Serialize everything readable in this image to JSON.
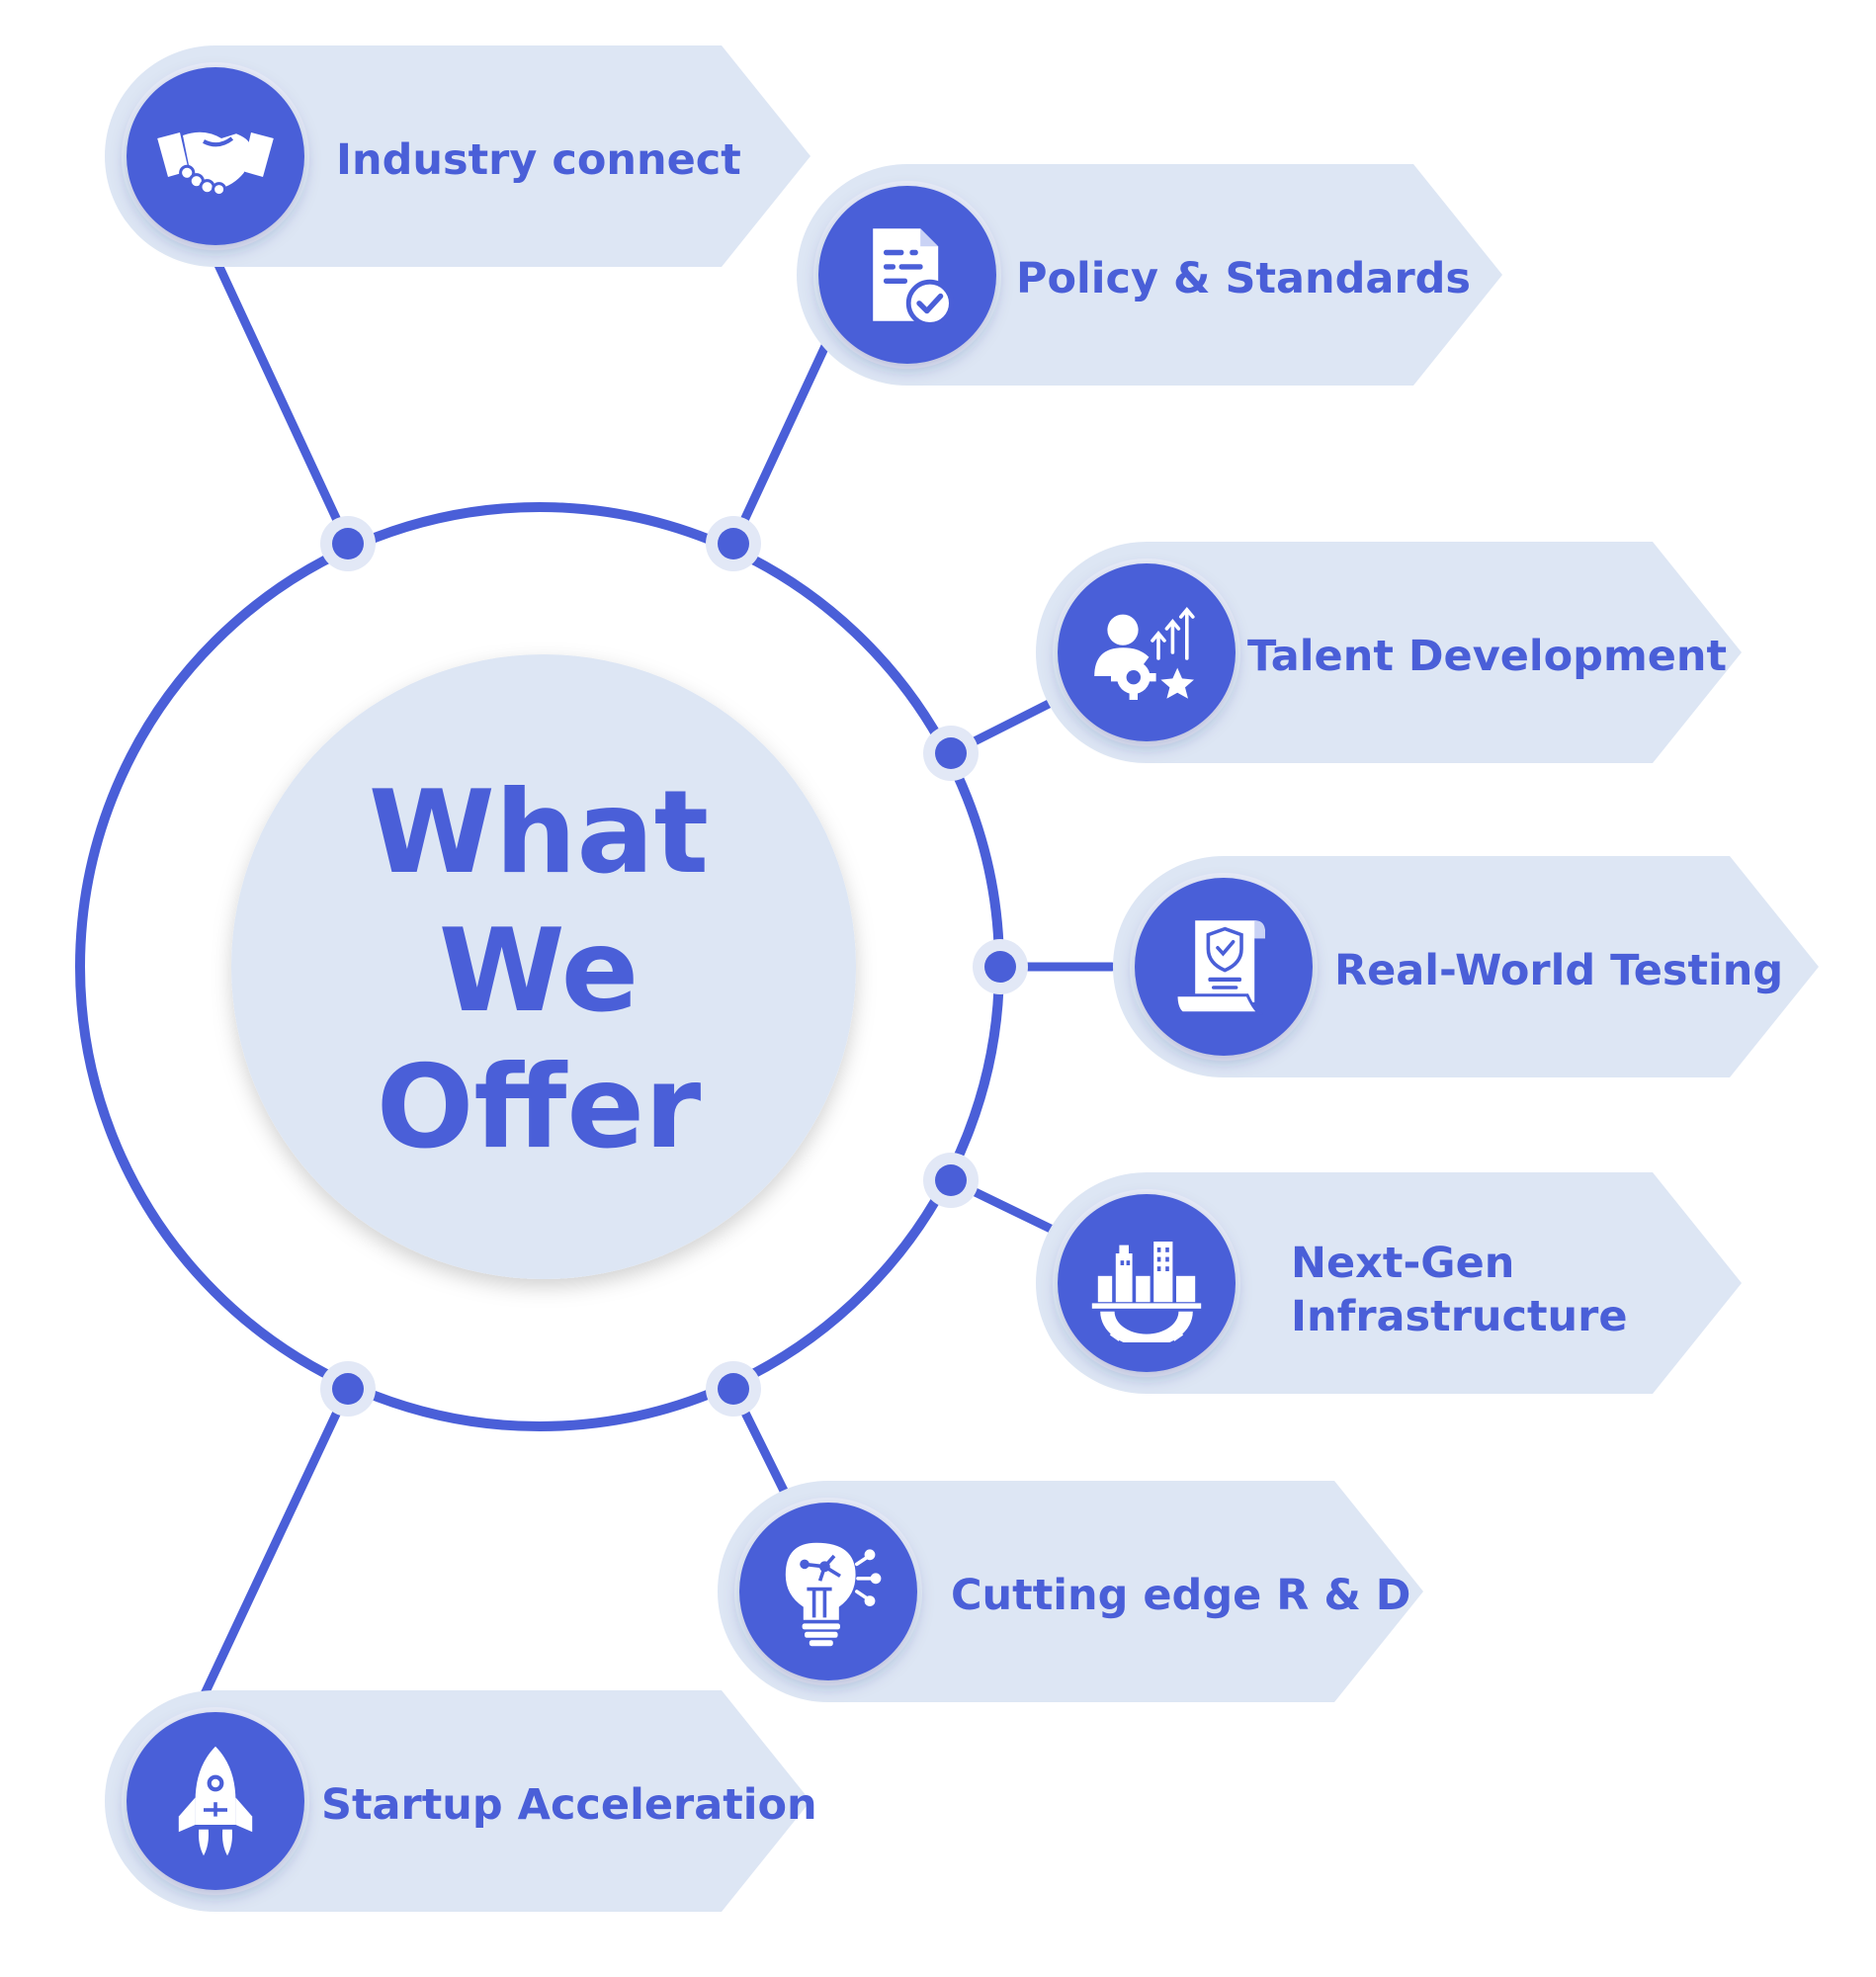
{
  "center": {
    "lines": [
      "What",
      "We",
      "Offer"
    ]
  },
  "colors": {
    "accent": "#4a5fd8",
    "panel": "#dde6f4",
    "halo": "#e9eef8",
    "white": "#ffffff"
  },
  "items": [
    {
      "id": "industry-connect",
      "lines": [
        "Industry connect"
      ],
      "icon": "handshake-icon"
    },
    {
      "id": "policy-standards",
      "lines": [
        "Policy & Standards"
      ],
      "icon": "document-check-icon"
    },
    {
      "id": "talent-development",
      "lines": [
        "Talent Development"
      ],
      "icon": "person-growth-icon"
    },
    {
      "id": "real-world-testing",
      "lines": [
        "Real-World Testing"
      ],
      "icon": "certificate-scroll-icon"
    },
    {
      "id": "next-gen-infrastructure",
      "lines": [
        "Next-Gen",
        "Infrastructure"
      ],
      "icon": "city-gear-icon"
    },
    {
      "id": "cutting-edge-rd",
      "lines": [
        "Cutting edge R & D"
      ],
      "icon": "lightbulb-network-icon"
    },
    {
      "id": "startup-acceleration",
      "lines": [
        "Startup Acceleration"
      ],
      "icon": "rocket-icon"
    }
  ]
}
